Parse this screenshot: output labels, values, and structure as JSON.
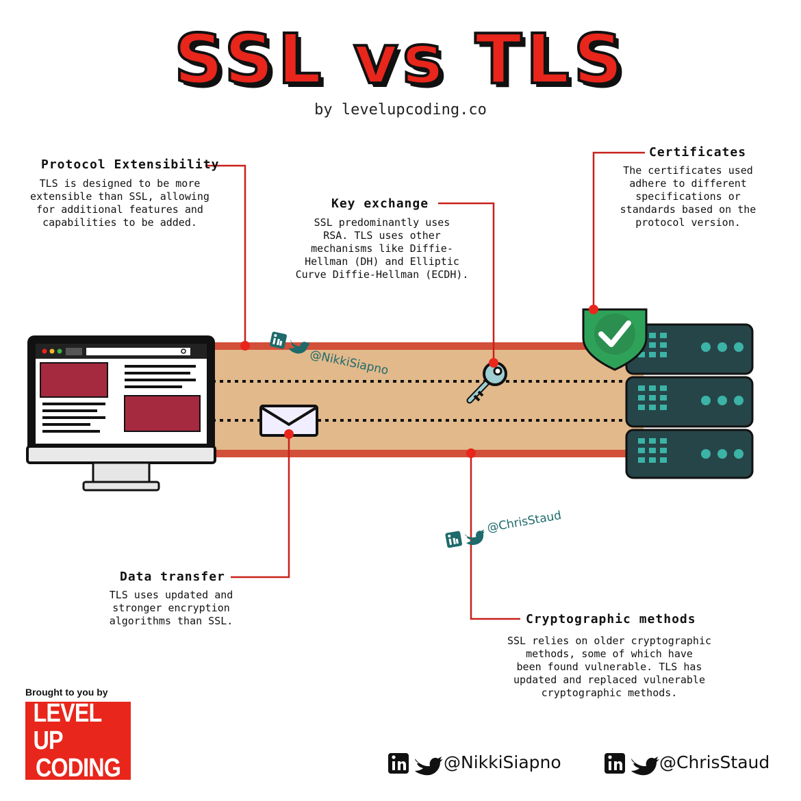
{
  "title": "SSL vs TLS",
  "subtitle": "by levelupcoding.co",
  "sections": {
    "protocol_extensibility": {
      "heading": "Protocol Extensibility",
      "lines": [
        "TLS is designed to be more",
        "extensible than SSL, allowing",
        "for additional features and",
        "capabilities to be added."
      ]
    },
    "key_exchange": {
      "heading": "Key exchange",
      "lines": [
        "SSL predominantly uses",
        "RSA. TLS uses other",
        "mechanisms like Diffie-",
        "Hellman (DH) and Elliptic",
        "Curve Diffie-Hellman (ECDH)."
      ]
    },
    "certificates": {
      "heading": "Certificates",
      "lines": [
        "The certificates used",
        "adhere to different",
        "specifications or",
        "standards based on the",
        "protocol version."
      ]
    },
    "data_transfer": {
      "heading": "Data transfer",
      "lines": [
        "TLS uses updated and",
        "stronger encryption",
        "algorithms than SSL."
      ]
    },
    "cryptographic_methods": {
      "heading": "Cryptographic methods",
      "lines": [
        "SSL relies on older cryptographic",
        "methods, some of which have",
        "been found vulnerable. TLS has",
        "updated and replaced vulnerable",
        "cryptographic methods."
      ]
    }
  },
  "watermarks": {
    "nikki": "@NikkiSiapno",
    "chris": "@ChrisStaud"
  },
  "footer": {
    "brought": "Brought to you by",
    "logo_line1": "LEVEL UP",
    "logo_line2": "CODING",
    "handle_nikki": "@NikkiSiapno",
    "handle_chris": "@ChrisStaud"
  },
  "icons": {
    "linkedin": "linkedin-icon",
    "twitter": "twitter-icon",
    "shield": "shield-check-icon",
    "key": "key-icon",
    "envelope": "envelope-icon",
    "monitor": "monitor-icon",
    "server": "server-icon"
  },
  "colors": {
    "accent_red": "#e8261c",
    "tunnel_fill": "#e2b98b",
    "tunnel_edge": "#d2503a",
    "server": "#264548",
    "server_dot": "#3bb3a6",
    "shield": "#2fa25a",
    "panel": "#a52a3f",
    "handle_teal": "#1f6a6a"
  }
}
